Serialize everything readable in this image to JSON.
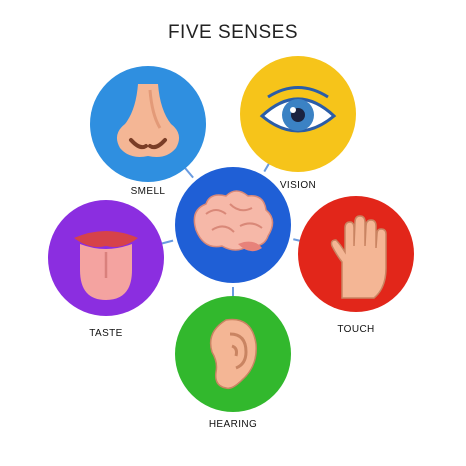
{
  "title": "FIVE SENSES",
  "senses": [
    {
      "label": "SMELL",
      "organ": "nose-icon",
      "color": "#2f8fe0"
    },
    {
      "label": "VISION",
      "organ": "eye-icon",
      "color": "#f6c41a"
    },
    {
      "label": "TOUCH",
      "organ": "hand-icon",
      "color": "#e2261a"
    },
    {
      "label": "HEARING",
      "organ": "ear-icon",
      "color": "#32b82d"
    },
    {
      "label": "TASTE",
      "organ": "tongue-icon",
      "color": "#8b2ee0"
    }
  ],
  "center": {
    "organ": "brain-icon",
    "color": "#1f5fd6"
  }
}
